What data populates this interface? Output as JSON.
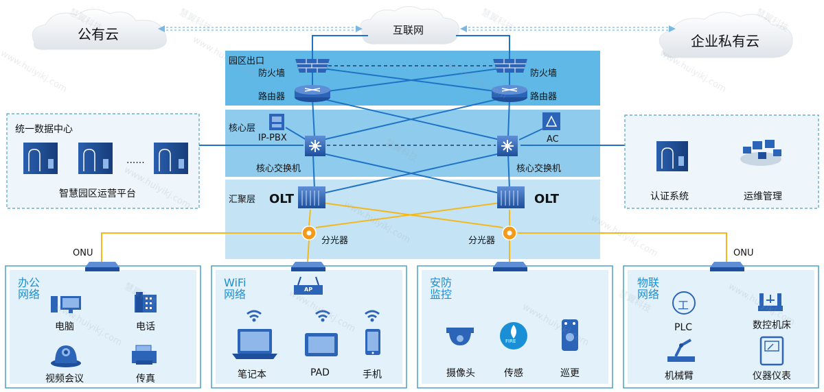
{
  "clouds": {
    "public": "公有云",
    "internet": "互联网",
    "private": "企业私有云"
  },
  "layers": {
    "exit": "园区出口",
    "core": "核心层",
    "aggregation": "汇聚层"
  },
  "devices": {
    "firewall_left": "防火墙",
    "firewall_right": "防火墙",
    "router_left": "路由器",
    "router_right": "路由器",
    "ippbx": "IP-PBX",
    "ac": "AC",
    "core_switch_left": "核心交换机",
    "core_switch_right": "核心交换机",
    "olt_left": "OLT",
    "olt_right": "OLT",
    "splitter_left": "分光器",
    "splitter_right": "分光器",
    "onu_left": "ONU",
    "onu_right": "ONU"
  },
  "datacenter": {
    "title": "统一数据中心",
    "ellipsis": "......",
    "platform": "智慧园区运营平台"
  },
  "private_panel": {
    "auth": "认证系统",
    "ops": "运维管理"
  },
  "networks": {
    "office": {
      "title_l1": "办公",
      "title_l2": "网络",
      "items": [
        "电脑",
        "电话",
        "视频会议",
        "传真"
      ]
    },
    "wifi": {
      "title_l1": "WiFi",
      "title_l2": "网络",
      "items": [
        "笔记本",
        "PAD",
        "手机"
      ]
    },
    "security": {
      "title_l1": "安防",
      "title_l2": "监控",
      "items": [
        "摄像头",
        "传感",
        "巡更"
      ]
    },
    "iot": {
      "title_l1": "物联",
      "title_l2": "网络",
      "items": [
        "PLC",
        "数控机床",
        "机械臂",
        "仪器仪表"
      ]
    }
  },
  "icon_text": {
    "plc_glyph": "工",
    "fire_badge": "FIRE",
    "ap_badge": "AP"
  },
  "watermark": {
    "cn": "慧翼科技",
    "url": "www.huiyikj.com"
  },
  "colors": {
    "band_light": "#bfe0f2",
    "band_mid": "#8fcbed",
    "band_strong": "#5fb8e6",
    "link_blue": "#1e73c6",
    "link_fiber": "#f4b81c",
    "panel_border": "#4aa0c8",
    "panel_fill": "#e8f4fb",
    "title_blue": "#1a8fd6"
  }
}
